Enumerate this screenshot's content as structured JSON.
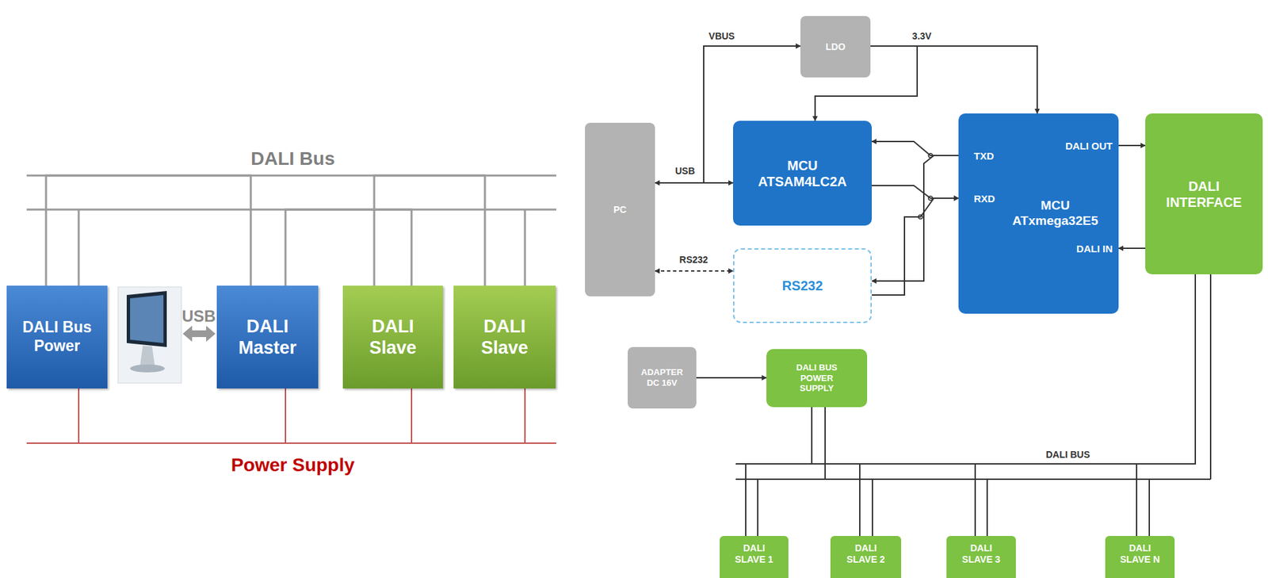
{
  "diagram": {
    "nodes": [
      {
        "text": [
          "DALI Bus Power"
        ]
      },
      {
        "text": [
          "DALI Master"
        ]
      },
      {
        "text": [
          "DALI Slave"
        ]
      },
      {
        "text": [
          "DALI Slave"
        ]
      },
      {
        "text": [
          "PC"
        ]
      },
      {
        "text": [
          "LDO"
        ]
      },
      {
        "text": [
          "MCU ATSAM4LC2A"
        ]
      },
      {
        "text": [
          "RS232"
        ]
      },
      {
        "text": [
          "MCU ATxmega32E5"
        ]
      },
      {
        "text": [
          "DALI INTERFACE"
        ]
      },
      {
        "text": [
          "ADAPTER DC 16V"
        ]
      },
      {
        "text": [
          "DALI BUS POWER SUPPLY"
        ]
      },
      {
        "text": [
          "DALI SLAVE 1"
        ]
      },
      {
        "text": [
          "DALI SLAVE 2"
        ]
      },
      {
        "text": [
          "DALI SLAVE 3"
        ]
      },
      {
        "text": [
          "DALI SLAVE N"
        ]
      }
    ],
    "edges": [
      {
        "from": 0,
        "to": 1,
        "arrow": "none"
      },
      {
        "from": 1,
        "to": 2,
        "arrow": "none"
      },
      {
        "from": 2,
        "to": 3,
        "arrow": "none"
      },
      {
        "from": 4,
        "to": 6,
        "label": "USB",
        "arrow": "both"
      },
      {
        "from": 4,
        "to": 7,
        "label": "RS232",
        "arrow": "both"
      },
      {
        "from": 4,
        "to": 5,
        "label": "VBUS",
        "arrow": "to"
      },
      {
        "from": 5,
        "to": 6,
        "label": "3.3V",
        "arrow": "to"
      },
      {
        "from": 5,
        "to": 8,
        "arrow": "to"
      },
      {
        "from": 8,
        "to": 6,
        "arrow": "to"
      },
      {
        "from": 6,
        "to": 8,
        "arrow": "to"
      },
      {
        "from": 8,
        "to": 7,
        "arrow": "to"
      },
      {
        "from": 7,
        "to": 8,
        "arrow": "to"
      },
      {
        "from": 8,
        "to": 9,
        "arrow": "to"
      },
      {
        "from": 9,
        "to": 8,
        "arrow": "to"
      },
      {
        "from": 10,
        "to": 11,
        "arrow": "to"
      },
      {
        "from": 9,
        "to": 12,
        "arrow": "none"
      },
      {
        "from": 9,
        "to": 13,
        "arrow": "none"
      },
      {
        "from": 9,
        "to": 14,
        "arrow": "none"
      },
      {
        "from": 9,
        "to": 15,
        "arrow": "none"
      },
      {
        "from": 11,
        "to": 12,
        "arrow": "none"
      },
      {
        "from": 11,
        "to": 13,
        "arrow": "none"
      },
      {
        "from": 11,
        "to": 14,
        "arrow": "none"
      },
      {
        "from": 11,
        "to": 15,
        "arrow": "none"
      }
    ],
    "labels": [
      "DALI Bus",
      "USB",
      "Power Supply",
      "TXD",
      "RXD",
      "DALI OUT",
      "DALI IN",
      "DALI BUS"
    ]
  }
}
